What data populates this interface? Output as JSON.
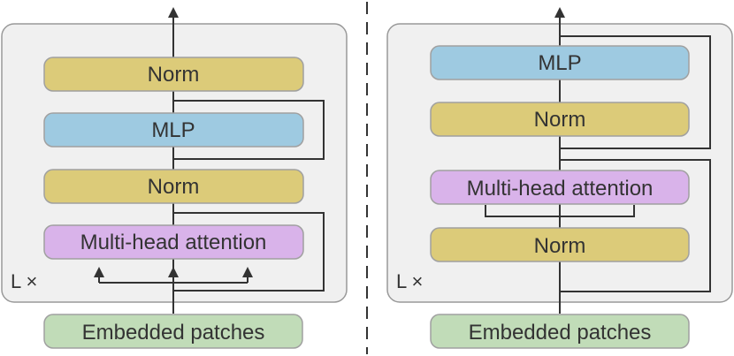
{
  "colors": {
    "norm": "#dccb79",
    "mlp": "#9ecae1",
    "attention": "#d9b3ea",
    "embed": "#c1dcb8"
  },
  "left": {
    "repeat_label": "L ×",
    "norm_top": "Norm",
    "mlp": "MLP",
    "norm_mid": "Norm",
    "attention": "Multi-head attention",
    "embedded": "Embedded patches"
  },
  "right": {
    "repeat_label": "L ×",
    "mlp": "MLP",
    "norm_upper": "Norm",
    "attention": "Multi-head attention",
    "norm_lower": "Norm",
    "embedded": "Embedded patches"
  }
}
